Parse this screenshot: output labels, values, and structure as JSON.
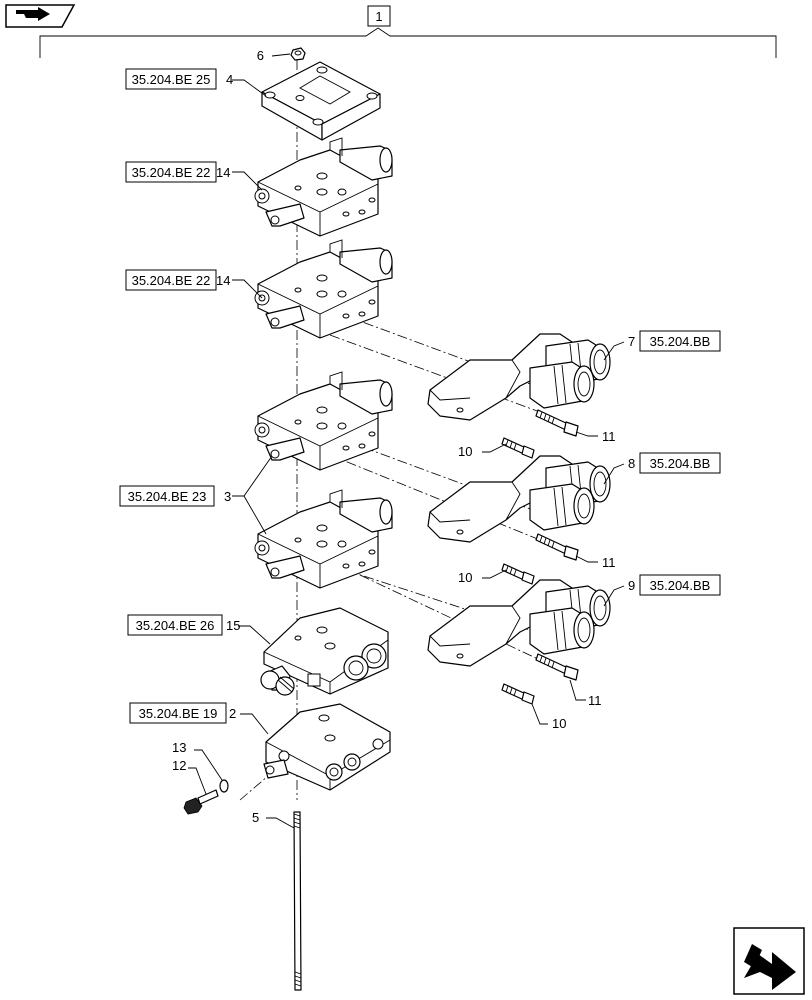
{
  "icons": {
    "top_left": "folder-arrow-icon",
    "bottom_right": "next-page-arrow-icon"
  },
  "assembly_number": "1",
  "callouts": [
    {
      "id": "c6",
      "number": "6"
    },
    {
      "id": "c4",
      "number": "4",
      "ref": "35.204.BE 25"
    },
    {
      "id": "c14a",
      "number": "14",
      "ref": "35.204.BE 22"
    },
    {
      "id": "c14b",
      "number": "14",
      "ref": "35.204.BE 22"
    },
    {
      "id": "c7",
      "number": "7",
      "ref": "35.204.BB"
    },
    {
      "id": "c11a",
      "number": "11"
    },
    {
      "id": "c10a",
      "number": "10"
    },
    {
      "id": "c8",
      "number": "8",
      "ref": "35.204.BB"
    },
    {
      "id": "c3",
      "number": "3",
      "ref": "35.204.BE 23"
    },
    {
      "id": "c11b",
      "number": "11"
    },
    {
      "id": "c10b",
      "number": "10"
    },
    {
      "id": "c9",
      "number": "9",
      "ref": "35.204.BB"
    },
    {
      "id": "c15",
      "number": "15",
      "ref": "35.204.BE 26"
    },
    {
      "id": "c11c",
      "number": "11"
    },
    {
      "id": "c10c",
      "number": "10"
    },
    {
      "id": "c2",
      "number": "2",
      "ref": "35.204.BE 19"
    },
    {
      "id": "c13",
      "number": "13"
    },
    {
      "id": "c12",
      "number": "12"
    },
    {
      "id": "c5",
      "number": "5"
    }
  ]
}
